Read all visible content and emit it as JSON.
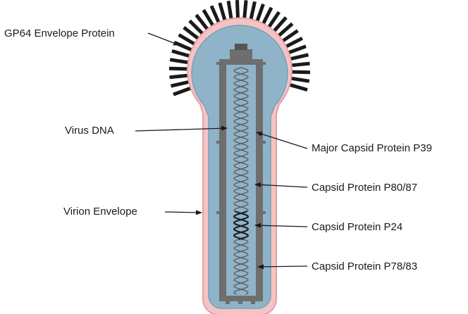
{
  "labels": {
    "gp64": "GP64 Envelope Protein",
    "dna": "Virus DNA",
    "envelope": "Virion Envelope",
    "p39": "Major Capsid Protein P39",
    "p80_87": "Capsid Protein P80/87",
    "p24": "Capsid Protein P24",
    "p78_83": "Capsid Protein P78/83"
  },
  "colors": {
    "envelope_outline": "#e8a0a0",
    "envelope_fill": "#f4c4c4",
    "capsid_fill": "#8fb3c8",
    "capsid_frame": "#6e6e6e",
    "spikes": "#1a1a1a",
    "helix": "#5a5a5a",
    "helix_dark": "#1f1f1f",
    "arrow": "#1a1a1a"
  }
}
